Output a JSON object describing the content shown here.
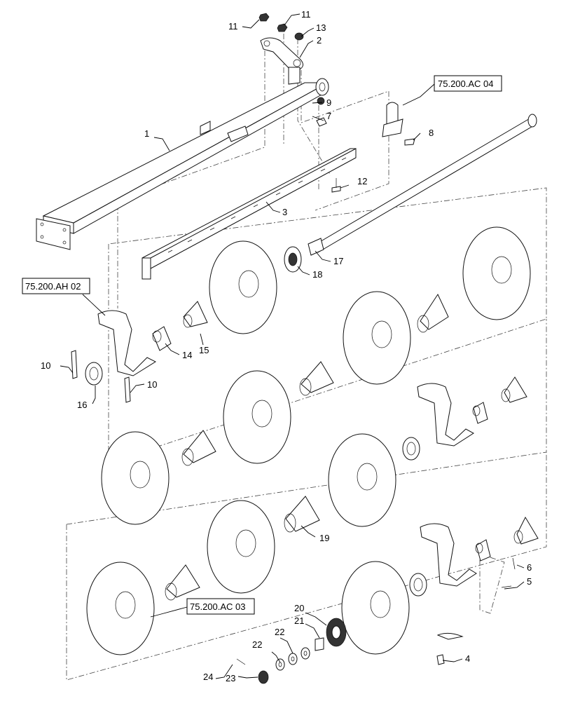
{
  "callouts": {
    "c1": "1",
    "c2": "2",
    "c3": "3",
    "c4": "4",
    "c5": "5",
    "c6": "6",
    "c7": "7",
    "c8": "8",
    "c9": "9",
    "c10a": "10",
    "c10b": "10",
    "c11a": "11",
    "c11b": "11",
    "c12": "12",
    "c13": "13",
    "c14": "14",
    "c15": "15",
    "c16": "16",
    "c17": "17",
    "c18": "18",
    "c19": "19",
    "c20": "20",
    "c21": "21",
    "c22a": "22",
    "c22b": "22",
    "c23": "23",
    "c24": "24"
  },
  "references": {
    "ac04": "75.200.AC 04",
    "ah02": "75.200.AH 02",
    "ac03": "75.200.AC 03"
  }
}
